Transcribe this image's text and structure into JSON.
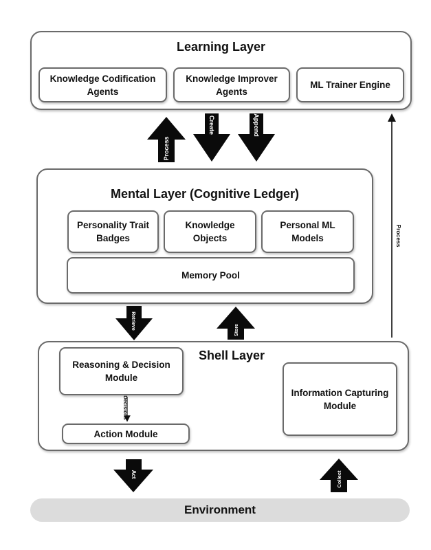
{
  "learning_layer": {
    "title": "Learning Layer",
    "boxes": [
      "Knowledge Codification Agents",
      "Knowledge Improver Agents",
      "ML Trainer Engine"
    ]
  },
  "mental_layer": {
    "title": "Mental Layer (Cognitive Ledger)",
    "boxes": [
      "Personality Trait Badges",
      "Knowledge Objects",
      "Personal ML Models"
    ],
    "memory_pool": "Memory Pool"
  },
  "shell_layer": {
    "title": "Shell Layer",
    "reasoning": "Reasoning & Decision Module",
    "decisions": "Decisions",
    "action": "Action Module",
    "info_capture": "Information Capturing Module"
  },
  "environment": "Environment",
  "arrows": {
    "process": "Process",
    "create": "Create",
    "append": "Append",
    "retrieve": "Retrieve",
    "store": "Store",
    "act": "Act",
    "collect": "Collect",
    "process_side": "Process"
  }
}
